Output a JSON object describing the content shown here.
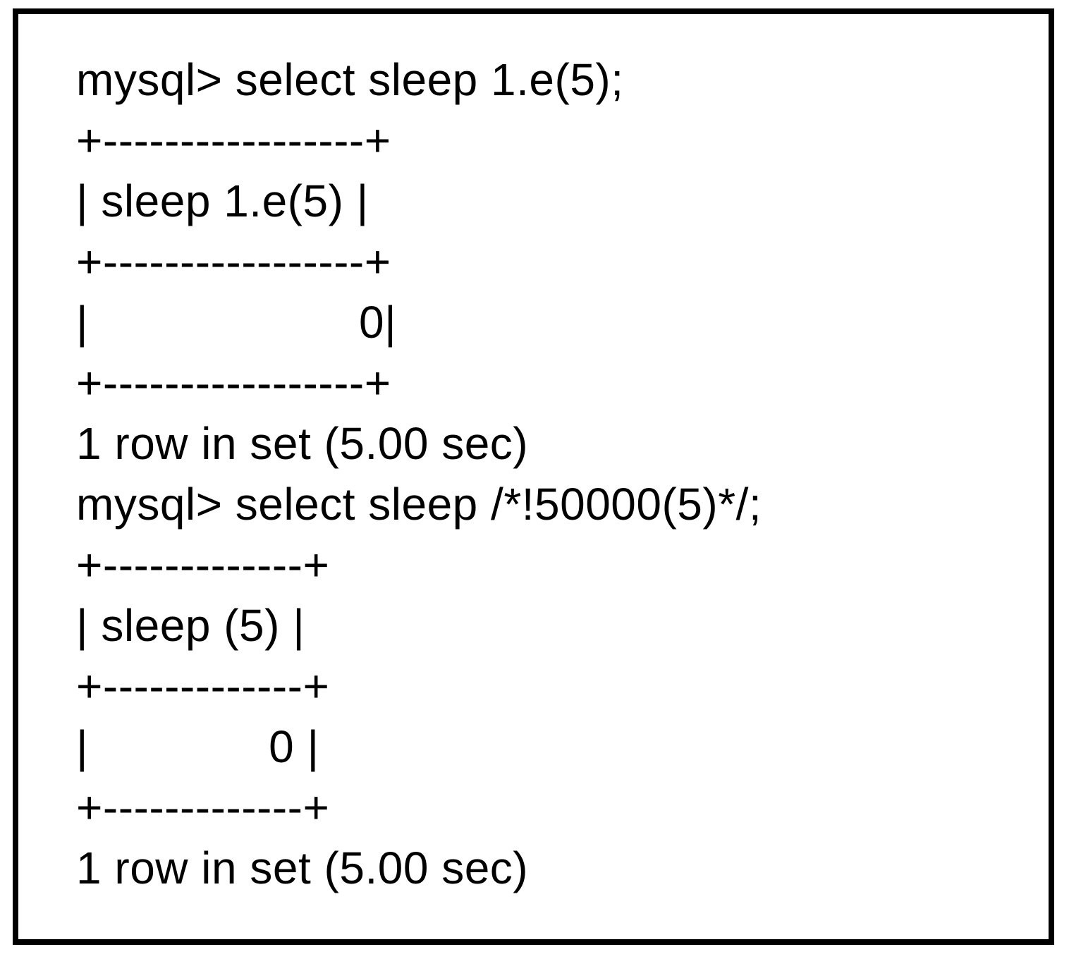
{
  "figure": {
    "colors": {
      "text": "#000000",
      "border": "#000000",
      "background": "#ffffff"
    }
  },
  "terminal": {
    "lines": [
      "mysql> select sleep 1.e(5);",
      "+-----------------+",
      "| sleep 1.e(5) |",
      "+-----------------+",
      "|                     0|",
      "+-----------------+",
      "1 row in set (5.00 sec)",
      "mysql> select sleep /*!50000(5)*/;",
      "+-------------+",
      "| sleep (5) |",
      "+-------------+",
      "|              0 |",
      "+-------------+",
      "1 row in set (5.00 sec)"
    ]
  }
}
